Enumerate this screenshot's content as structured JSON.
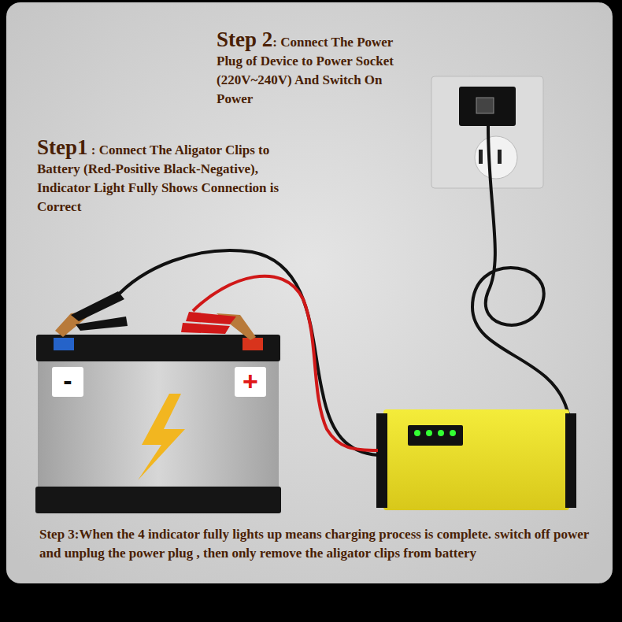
{
  "diagram": {
    "labels": [
      "Step 2",
      ": Connect The Power Plug of Device to Power Socket (220V~240V) And Switch On Power",
      "Step1",
      " : Connect The Aligator Clips to Battery (Red-Positive Black-Negative), Indicator Light Fully Shows Connection is Correct",
      "Step 3:When the 4 indicator fully lights up means charging process is complete. switch off power and unplug the power plug , then only remove the aligator clips from battery",
      "-",
      "+"
    ]
  }
}
